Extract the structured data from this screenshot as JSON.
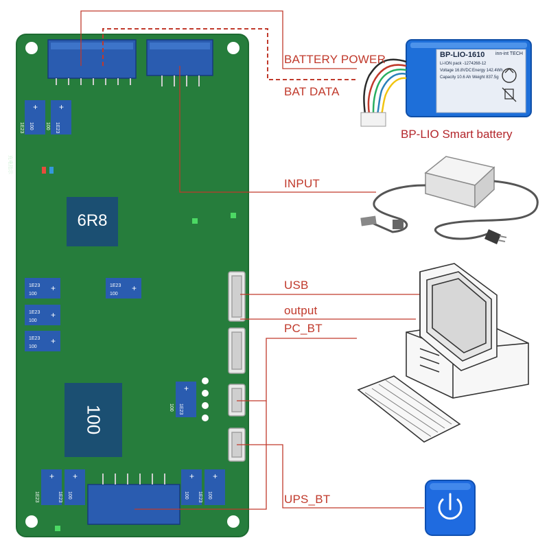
{
  "labels": {
    "battery_power": "BATTERY POWER",
    "bat_data": "BAT DATA",
    "input": "INPUT",
    "usb": "USB",
    "output": "output",
    "pc_bt": "PC_BT",
    "ups_bt": "UPS_BT"
  },
  "battery": {
    "caption": "BP-LIO Smart battery",
    "model": "BP-LIO-1610",
    "brand": "inn-int TECH",
    "pack": "Li-ION pack -1274268-12",
    "voltage": "Voltage 16.8VDC",
    "energy": "Energy 142.4Wh",
    "capacity": "Capacity 10.6 Ah",
    "weight": "Weight 837.5g"
  },
  "board": {
    "chip_large_label": "6R8",
    "chip_mid_label": "100",
    "cap_value": "100",
    "cap_code": "1E23",
    "cn_text": "充电指示"
  },
  "colors": {
    "pcb": "#267d3c",
    "wire": "#c0392b",
    "chip": "#1b4f72",
    "battery_blue": "#1e6fd9"
  },
  "icons": {
    "power_button": "power-icon",
    "computer": "desktop-computer-icon",
    "adapter": "power-adapter-icon"
  }
}
